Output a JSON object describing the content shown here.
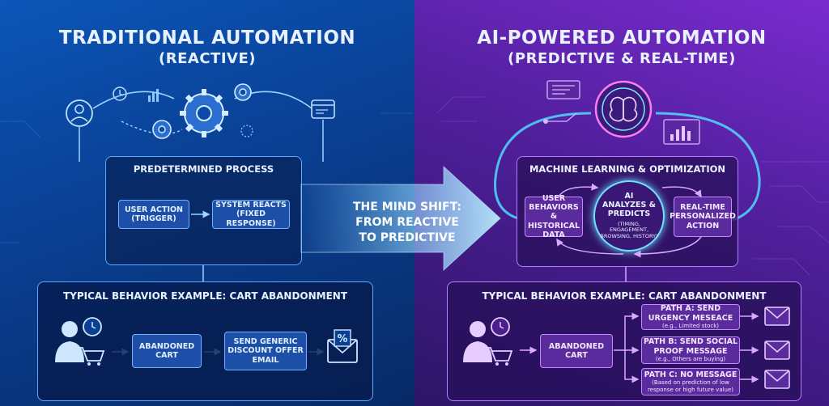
{
  "left": {
    "title_line1": "TRADITIONAL AUTOMATION",
    "title_line2": "(REACTIVE)",
    "process": {
      "title": "PREDETERMINED PROCESS",
      "step1": "USER ACTION (TRIGGER)",
      "step2": "SYSTEM REACTS (FIXED RESPONSE)"
    },
    "example": {
      "title": "TYPICAL BEHAVIOR EXAMPLE: CART ABANDONMENT",
      "step1": "ABANDONED CART",
      "step2": "SEND GENERIC DISCOUNT OFFER EMAIL"
    }
  },
  "center": {
    "line1": "THE MIND SHIFT:",
    "line2": "FROM REACTIVE",
    "line3": "TO PREDICTIVE"
  },
  "right": {
    "title_line1": "AI-POWERED AUTOMATION",
    "title_line2": "(PREDICTIVE & REAL-TIME)",
    "ml": {
      "title": "MACHINE LEARNING & OPTIMIZATION",
      "input": "USER BEHAVIORS & HISTORICAL DATA",
      "core": "AI ANALYZES & PREDICTS",
      "core_sub": "(TIMING, ENGAGEMENT, BROWSING, HISTORY)",
      "output": "REAL-TIME PERSONALIZED ACTION"
    },
    "example": {
      "title": "TYPICAL BEHAVIOR EXAMPLE: CART ABANDONMENT",
      "step1": "ABANDONED CART",
      "pathA": "PATH A: SEND URGENCY MESEACE",
      "pathA_sub": "(e.g., Limited stock)",
      "pathB": "PATH B: SEND SOCIAL PROOF MESSAGE",
      "pathB_sub": "(e.g., Others are buying)",
      "pathC": "PATH C: NO MESSAGE",
      "pathC_sub": "(Based on prediction of low response or high future value)"
    }
  },
  "colors": {
    "left_accent": "#6cb4ff",
    "right_accent": "#c887ff"
  },
  "icons": [
    "user-icon",
    "gear-icon",
    "clock-icon",
    "browser-icon",
    "brain-icon",
    "shopper-cart-icon",
    "email-percent-icon",
    "email-icon",
    "arrow-icon"
  ]
}
